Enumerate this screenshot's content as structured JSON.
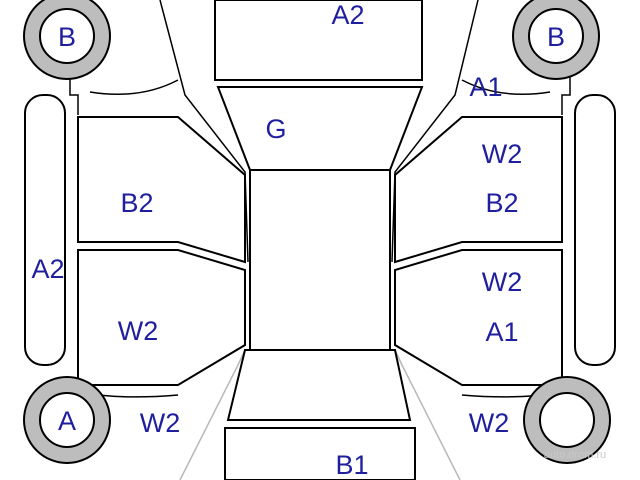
{
  "diagram": {
    "colors": {
      "label": "#1f1f9e",
      "outline": "#000000",
      "tire": "#bdbdbd",
      "background": "#ffffff"
    },
    "wheels": {
      "front_left": "B",
      "front_right": "B",
      "rear_left": "A",
      "rear_right": null
    },
    "panels": {
      "hood": "A2",
      "windshield": "G",
      "right_fender": "A1",
      "left_front_door": "B2",
      "left_sill": "A2",
      "left_rear_door": "W2",
      "left_rear_quarter": "W2",
      "right_front_door_1": "W2",
      "right_front_door_2": "B2",
      "right_rear_door_1": "W2",
      "right_rear_door_2": "A1",
      "right_rear_quarter": "W2",
      "trunk": "B1"
    },
    "watermark": "auto.drom.ru"
  }
}
